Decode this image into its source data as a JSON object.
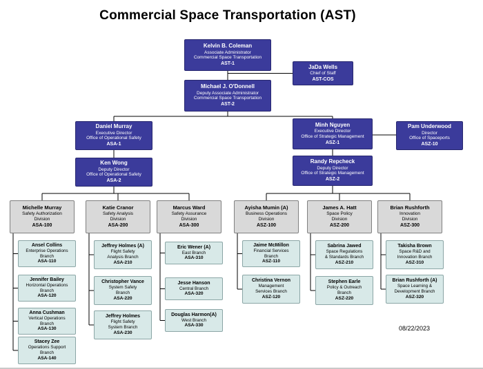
{
  "title": "Commercial Space Transportation (AST)",
  "date": "08/22/2023",
  "colors": {
    "executive": "#3b3b9b",
    "division": "#d9d9d9",
    "branch": "#d8e9e8"
  },
  "executives": {
    "ast1": {
      "name": "Kelvin B. Coleman",
      "title1": "Associate Administrator",
      "title2": "Commercial Space Transportation",
      "code": "AST-1"
    },
    "astcos": {
      "name": "JaDa Wells",
      "title1": "Chief of Staff",
      "code": "AST-COS"
    },
    "ast2": {
      "name": "Michael J. O'Donnell",
      "title1": "Deputy Associate Administrator",
      "title2": "Commercial Space Transportation",
      "code": "AST-2"
    },
    "asa1": {
      "name": "Daniel Murray",
      "title1": "Executive Director",
      "title2": "Office of Operational Safety",
      "code": "ASA-1"
    },
    "asa2": {
      "name": "Ken Wong",
      "title1": "Deputy Director",
      "title2": "Office of Operational Safety",
      "code": "ASA-2"
    },
    "asz1": {
      "name": "Minh Nguyen",
      "title1": "Executive Director",
      "title2": "Office of Strategic Management",
      "code": "ASZ-1"
    },
    "asz10": {
      "name": "Pam Underwood",
      "title1": "Director",
      "title2": "Office of Spaceports",
      "code": "ASZ-10"
    },
    "asz2": {
      "name": "Randy Repcheck",
      "title1": "Deputy Director",
      "title2": "Office of Strategic Management",
      "code": "ASZ-2"
    }
  },
  "divisions": [
    {
      "name": "Michelle Murray",
      "line1": "Safety Authorization",
      "line2": "Division",
      "code": "ASA-100"
    },
    {
      "name": "Katie Cranor",
      "line1": "Safety Analysis",
      "line2": "Division",
      "code": "ASA-200"
    },
    {
      "name": "Marcus Ward",
      "line1": "Safety Assurance",
      "line2": "Division",
      "code": "ASA-300"
    },
    {
      "name": "Ayisha Mumin (A)",
      "line1": "Business Operations",
      "line2": "Division",
      "code": "ASZ-100"
    },
    {
      "name": "James A. Hatt",
      "line1": "Space Policy",
      "line2": "Division",
      "code": "ASZ-200"
    },
    {
      "name": "Brian Rushforth",
      "line1": "Innovation",
      "line2": "Division",
      "code": "ASZ-300"
    }
  ],
  "branch_columns": [
    {
      "items": [
        {
          "name": "Ansel Collins",
          "line1": "Enterprise  Operations",
          "line2": "Branch",
          "code": "ASA-110"
        },
        {
          "name": "Jennifer Bailey",
          "line1": "Horizontal  Operations",
          "line2": "Branch",
          "code": "ASA-120"
        },
        {
          "name": "Anna Cushman",
          "line1": "Vertical Operations",
          "line2": "Branch",
          "code": "ASA-130"
        },
        {
          "name": "Stacey Zee",
          "line1": "Operations  Support",
          "line2": "Branch",
          "code": "ASA-140"
        }
      ]
    },
    {
      "items": [
        {
          "name": "Jeffrey Holmes (A)",
          "line1": "Flight  Safety",
          "line2": "Analysis Branch",
          "code": "ASA-210"
        },
        {
          "name": "Christopher Vance",
          "line1": "System Safety",
          "line2": "Branch",
          "code": "ASA-220"
        },
        {
          "name": "Jeffrey Holmes",
          "line1": "Flight  Safety",
          "line2": "System  Branch",
          "code": "ASA-230"
        }
      ]
    },
    {
      "items": [
        {
          "name": "Eric Wener (A)",
          "line1": "East Branch",
          "line2": "",
          "code": "ASA-310"
        },
        {
          "name": "Jesse Hanson",
          "line1": "Central  Branch",
          "line2": "",
          "code": "ASA-320"
        },
        {
          "name": "Douglas Harmon(A)",
          "line1": "West Branch",
          "line2": "",
          "code": "ASA-330"
        }
      ]
    },
    {
      "items": [
        {
          "name": "Jaime McMillon",
          "line1": "Financial  Services",
          "line2": "Branch",
          "code": "ASZ-110"
        },
        {
          "name": "Christina Vernon",
          "line1": "Management",
          "line2": "Services Branch",
          "code": "ASZ-120"
        }
      ]
    },
    {
      "items": [
        {
          "name": "Sabrina Jawed",
          "line1": "Space Regulations",
          "line2": "& Standards Branch",
          "code": "ASZ-210"
        },
        {
          "name": "Stephen Earle",
          "line1": "Policy & Outreach",
          "line2": "Branch",
          "code": "ASZ-220"
        }
      ]
    },
    {
      "items": [
        {
          "name": "Takisha Brown",
          "line1": "Space R&D and",
          "line2": "Innovation  Branch",
          "code": "ASZ-310"
        },
        {
          "name": "Brian Rushforth (A)",
          "line1": "Space Learning &",
          "line2": "Development  Branch",
          "code": "ASZ-320"
        }
      ]
    }
  ]
}
